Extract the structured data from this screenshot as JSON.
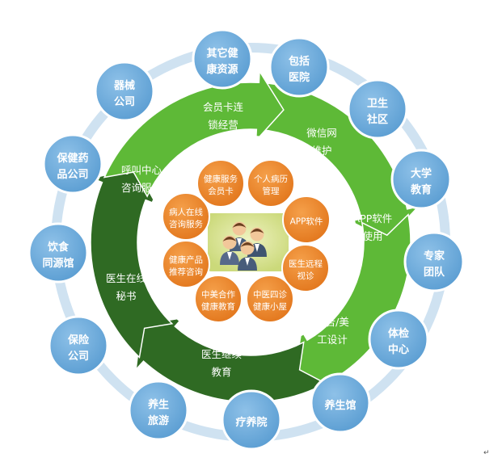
{
  "colors": {
    "ring": "#cfe2f1",
    "blue_circle": "#6aaad9",
    "blue_stroke": "#ffffff",
    "green_light": "#5eb937",
    "green_dark": "#2f6a23",
    "orange": "#ec8427",
    "center": "#d7e28a"
  },
  "outer_nodes": [
    {
      "lines": [
        "其它健",
        "康资源"
      ]
    },
    {
      "lines": [
        "包括",
        "医院"
      ]
    },
    {
      "lines": [
        "卫生",
        "社区"
      ]
    },
    {
      "lines": [
        "大学",
        "教育"
      ]
    },
    {
      "lines": [
        "专家",
        "团队"
      ]
    },
    {
      "lines": [
        "体检",
        "中心"
      ]
    },
    {
      "lines": [
        "养生馆"
      ]
    },
    {
      "lines": [
        "疗养院"
      ]
    },
    {
      "lines": [
        "养生",
        "旅游"
      ]
    },
    {
      "lines": [
        "保险",
        "公司"
      ]
    },
    {
      "lines": [
        "饮食",
        "同源馆"
      ]
    },
    {
      "lines": [
        "保健药",
        "品公司"
      ]
    },
    {
      "lines": [
        "器械",
        "公司"
      ]
    }
  ],
  "arrow_labels": [
    {
      "lines": [
        "会员卡连",
        "锁经营"
      ]
    },
    {
      "lines": [
        "微信网",
        "维护"
      ]
    },
    {
      "lines": [
        "APP软件",
        "使用"
      ]
    },
    {
      "lines": [
        "广告/美",
        "工设计"
      ]
    },
    {
      "lines": [
        "医生继续",
        "教育"
      ]
    },
    {
      "lines": [
        "医生在线",
        "秘书"
      ]
    },
    {
      "lines": [
        "呼叫中心",
        "咨询服务"
      ]
    }
  ],
  "inner_nodes": [
    {
      "lines": [
        "健康服务",
        "会员卡"
      ]
    },
    {
      "lines": [
        "个人病历",
        "管理"
      ]
    },
    {
      "lines": [
        "APP软件"
      ]
    },
    {
      "lines": [
        "医生远程",
        "视诊"
      ]
    },
    {
      "lines": [
        "中医四诊",
        "健康小屋"
      ]
    },
    {
      "lines": [
        "中美合作",
        "健康教育"
      ]
    },
    {
      "lines": [
        "健康产品",
        "推荐咨询"
      ]
    },
    {
      "lines": [
        "病人在线",
        "咨询服务"
      ]
    }
  ],
  "center_icon": "group-of-people-icon",
  "corner_mark": "↵"
}
